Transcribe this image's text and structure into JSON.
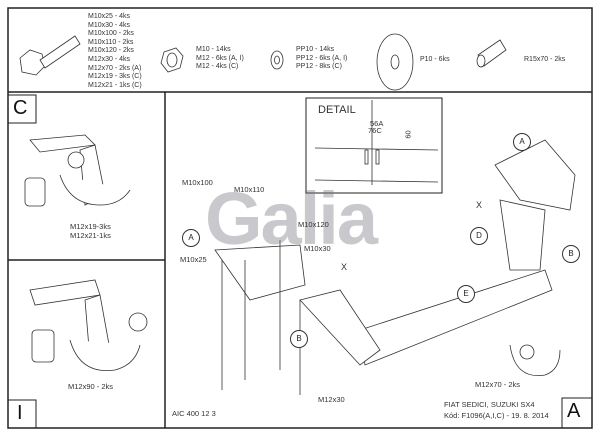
{
  "parts": {
    "bolts": [
      "M10x25 - 4ks",
      "M10x30 - 4ks",
      "M10x100 - 2ks",
      "M10x110 - 2ks",
      "M10x120 - 2ks",
      "M12x30 - 4ks",
      "M12x70 - 2ks (A)",
      "M12x19 - 3ks (C)",
      "M12x21 - 1ks (C)"
    ],
    "nuts": [
      "M10 - 14ks",
      "M12 - 6ks (A, I)",
      "M12 - 4ks (C)"
    ],
    "washers": [
      "PP10 - 14ks",
      "PP12 - 6ks (A, I)",
      "PP12 - 8ks (C)"
    ],
    "plate_washer": "P10 - 6ks",
    "spacer": "R15x70 - 2ks"
  },
  "sections": {
    "c": "C",
    "i": "I",
    "a": "A"
  },
  "section_c": {
    "labels": [
      "M12x19-3ks",
      "M12x21-1ks"
    ]
  },
  "section_i": {
    "label": "M12x90 - 2ks"
  },
  "detail": {
    "title": "DETAIL",
    "dim1": "56A",
    "dim2": "76C",
    "dim3": "60"
  },
  "main": {
    "bolt_labels": {
      "m10x100": "M10x100",
      "m10x110": "M10x110",
      "m10x120": "M10x120",
      "m10x30": "M10x30",
      "m10x25": "M10x25",
      "m12x30": "M12x30",
      "m12x70": "M12x70 - 2ks"
    },
    "callouts": {
      "a1": "A",
      "a2": "A",
      "b1": "B",
      "b2": "B",
      "d": "D",
      "e": "E",
      "x1": "X",
      "x2": "X"
    },
    "logo": "Galia",
    "drawing_code": "AIC 400 12 3",
    "vehicle": "FIAT SEDICI, SUZUKI SX4",
    "code": "Kód: F1096(A,I,C) - 19. 8. 2014"
  }
}
